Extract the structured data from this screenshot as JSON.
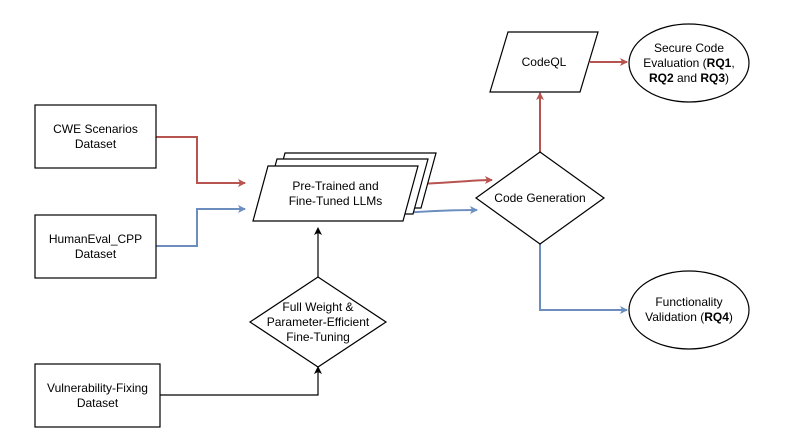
{
  "nodes": {
    "cwe": {
      "line1": "CWE Scenarios",
      "line2": "Dataset"
    },
    "humaneval": {
      "line1": "HumanEval_CPP",
      "line2": "Dataset"
    },
    "vulnfix": {
      "line1": "Vulnerability-Fixing",
      "line2": "Dataset"
    },
    "llms": {
      "line1": "Pre-Trained and",
      "line2": "Fine-Tuned LLMs"
    },
    "finetune": {
      "line1": "Full Weight &",
      "line2": "Parameter-Efficient",
      "line3": "Fine-Tuning"
    },
    "codegen": {
      "label": "Code Generation"
    },
    "codeql": {
      "label": "CodeQL"
    },
    "secure": {
      "line1": "Secure Code",
      "line2a": "Evaluation (",
      "rq1": "RQ1",
      "line2b": ",",
      "rq2": "RQ2",
      "and": " and ",
      "rq3": "RQ3",
      "close": ")"
    },
    "functionality": {
      "line1": "Functionality",
      "line2a": "Validation (",
      "rq4": "RQ4",
      "close": ")"
    }
  },
  "colors": {
    "red": "#b85450",
    "blue": "#6c8ebf",
    "black": "#000000"
  }
}
